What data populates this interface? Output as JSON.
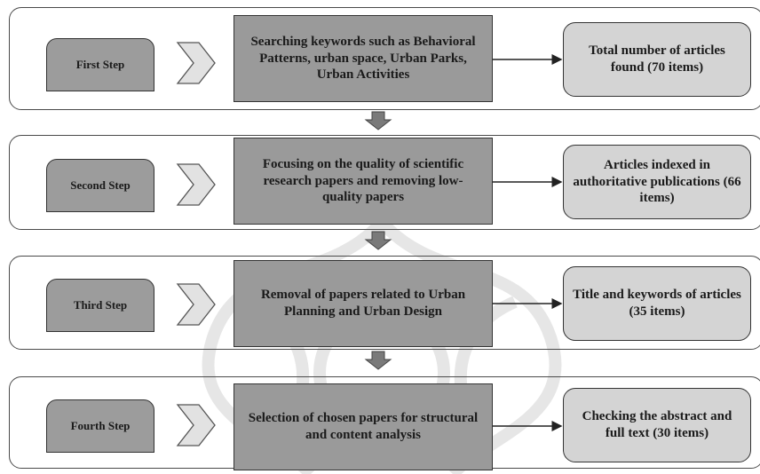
{
  "stages": [
    {
      "step": "First Step",
      "process": "Searching keywords such as Behavioral Patterns, urban space, Urban Parks, Urban Activities",
      "result": "Total number of articles found (70 items)"
    },
    {
      "step": "Second Step",
      "process": "Focusing on the quality of scientific research papers and removing low-quality papers",
      "result": "Articles indexed in authoritative publications (66 items)"
    },
    {
      "step": "Third Step",
      "process": "Removal of papers related to Urban Planning and Urban Design",
      "result": "Title and keywords of articles (35 items)"
    },
    {
      "step": "Fourth Step",
      "process": "Selection of chosen papers for structural and content analysis",
      "result": "Checking the abstract and full text (30 items)"
    }
  ],
  "colors": {
    "process_fill": "#9a9a9a",
    "result_fill": "#d4d4d4",
    "step_fill": "#9c9c9c",
    "outline": "#333333"
  }
}
